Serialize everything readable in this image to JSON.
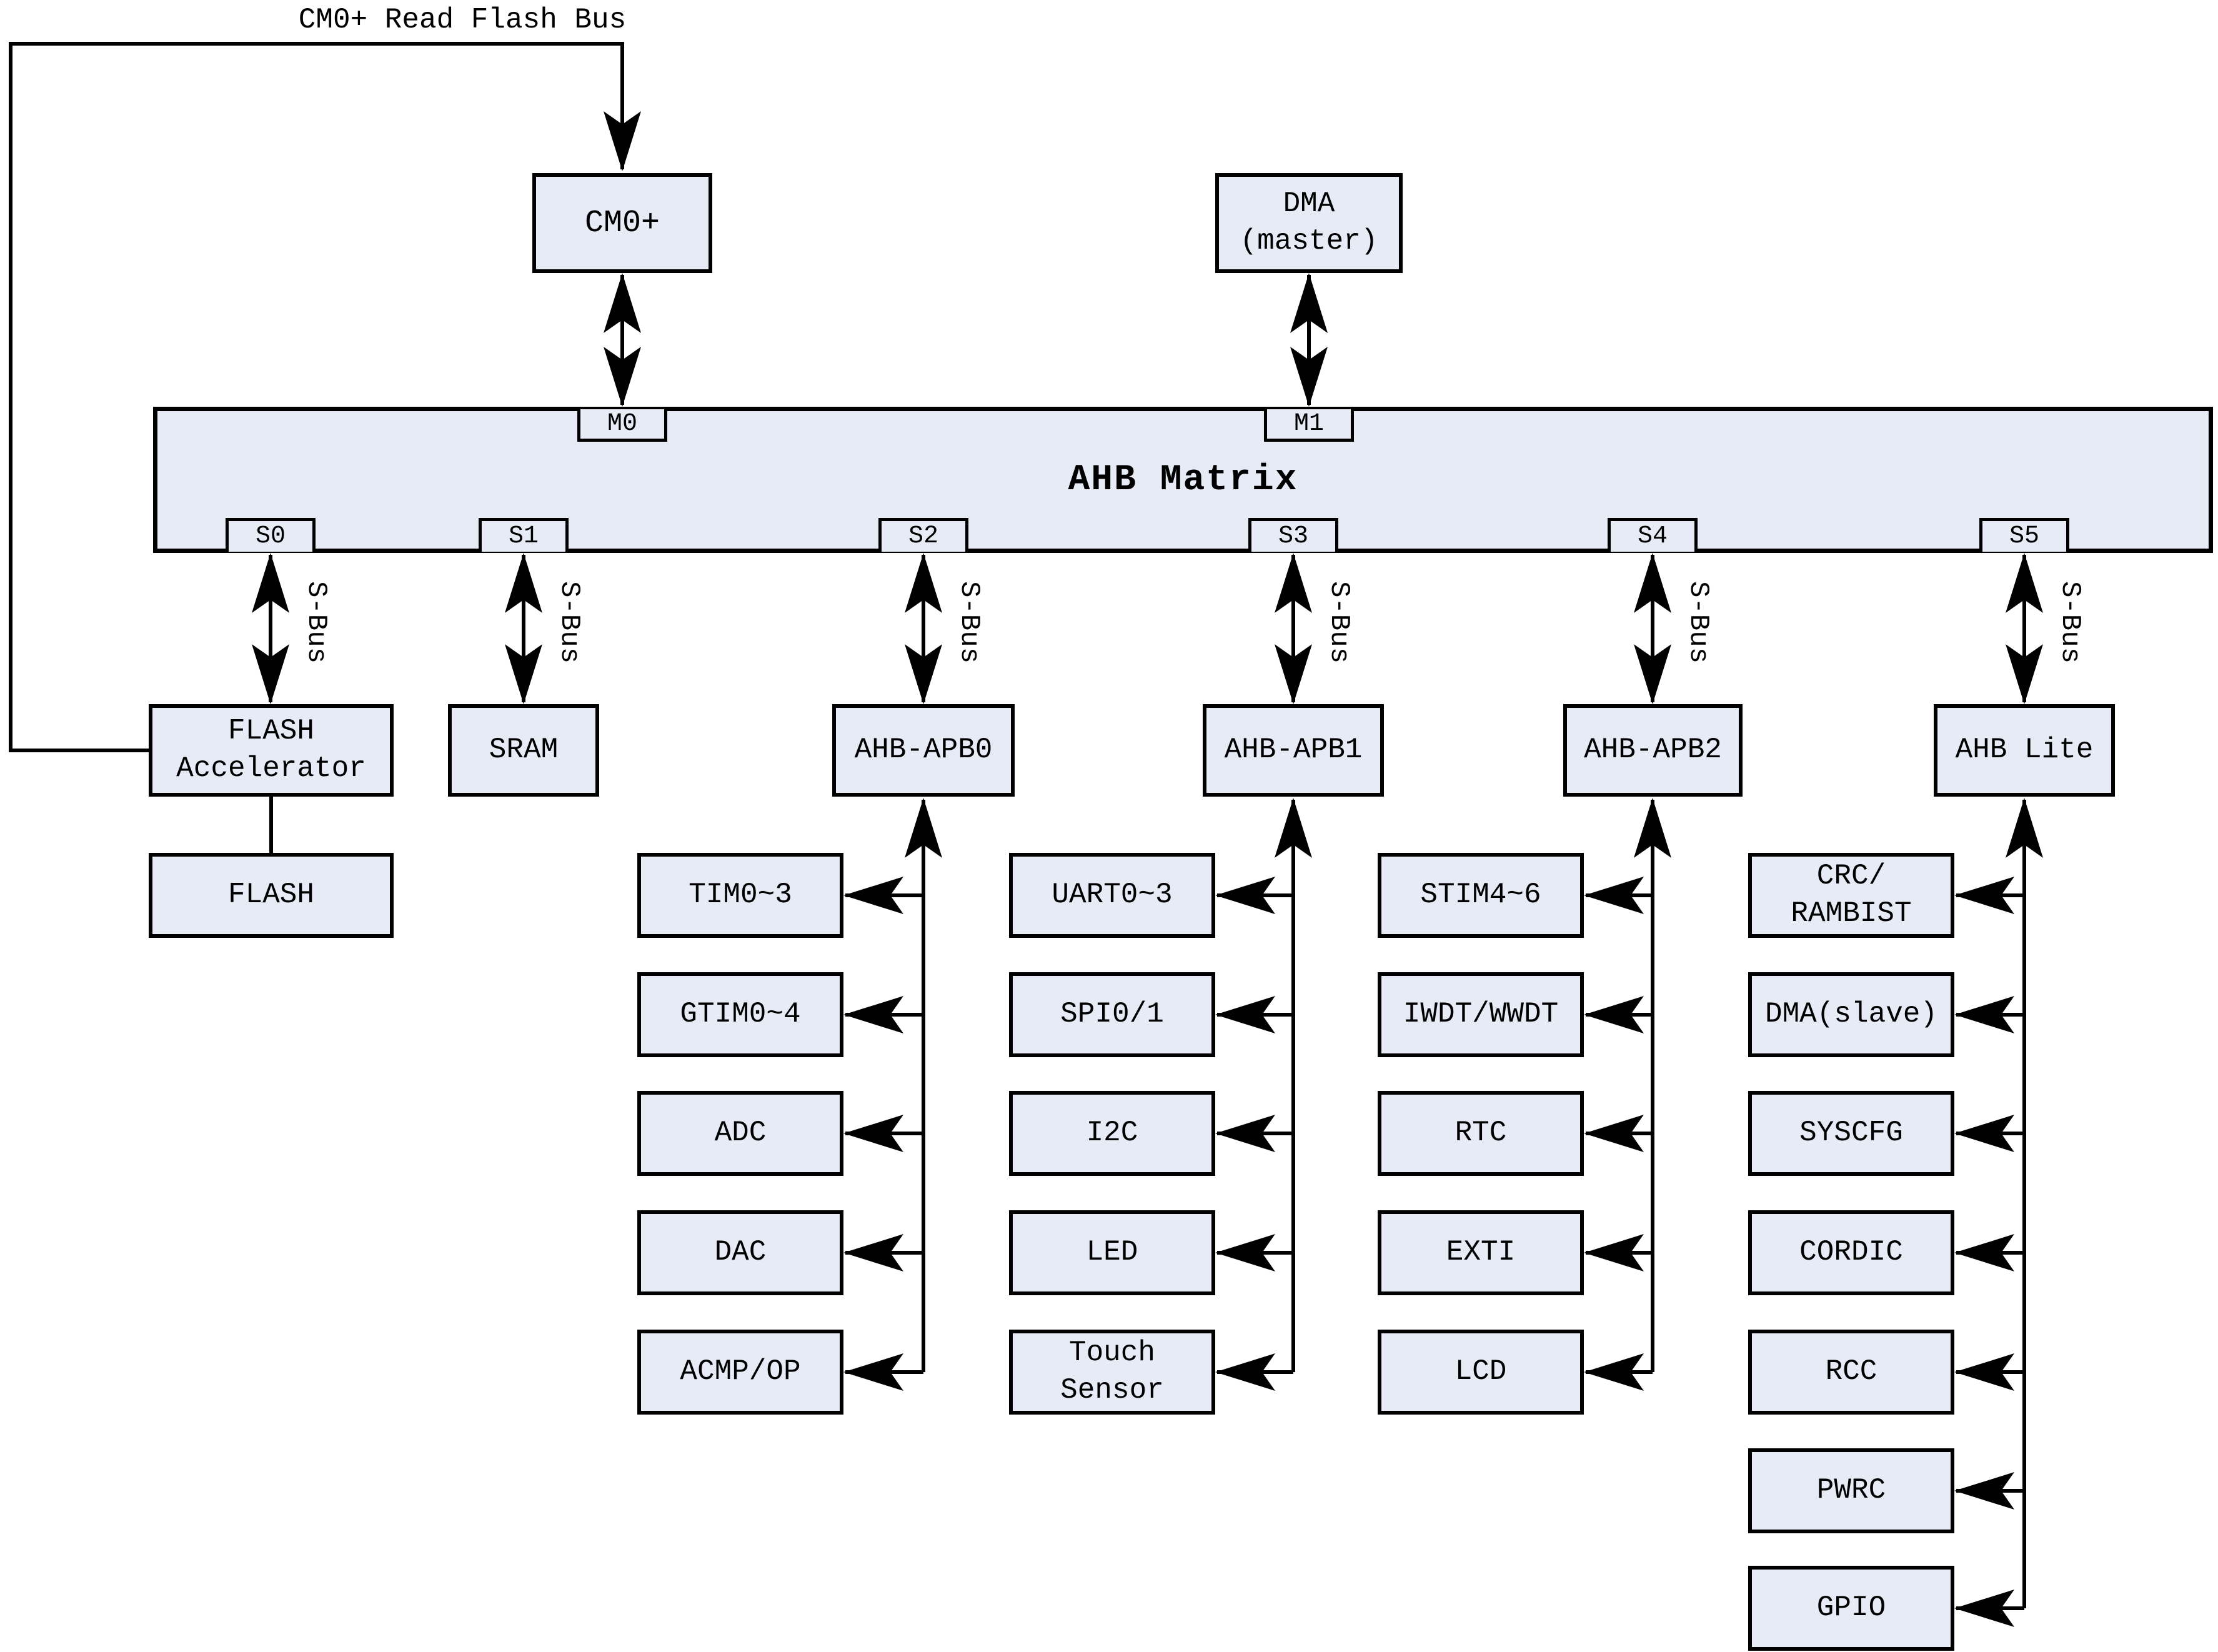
{
  "colors": {
    "box_fill": "#e6ebf6",
    "line": "#000000",
    "background": "#ffffff"
  },
  "top_bus": {
    "label": "CM0+ Read Flash Bus"
  },
  "masters": {
    "cm0": {
      "label": "CM0+"
    },
    "dma": {
      "label": "DMA\n(master)"
    }
  },
  "matrix": {
    "title": "AHB Matrix",
    "master_ports": [
      {
        "label": "M0"
      },
      {
        "label": "M1"
      }
    ],
    "slave_ports": [
      {
        "label": "S0"
      },
      {
        "label": "S1"
      },
      {
        "label": "S2"
      },
      {
        "label": "S3"
      },
      {
        "label": "S4"
      },
      {
        "label": "S5"
      }
    ],
    "sbus_label": "S-Bus"
  },
  "hubs": [
    {
      "label": "FLASH\nAccelerator"
    },
    {
      "label": "SRAM"
    },
    {
      "label": "AHB-APB0"
    },
    {
      "label": "AHB-APB1"
    },
    {
      "label": "AHB-APB2"
    },
    {
      "label": "AHB Lite"
    }
  ],
  "memory": {
    "flash": {
      "label": "FLASH"
    }
  },
  "peripheral_columns": [
    {
      "bus": "AHB-APB0",
      "items": [
        {
          "label": "TIM0~3"
        },
        {
          "label": "GTIM0~4"
        },
        {
          "label": "ADC"
        },
        {
          "label": "DAC"
        },
        {
          "label": "ACMP/OP"
        }
      ]
    },
    {
      "bus": "AHB-APB1",
      "items": [
        {
          "label": "UART0~3"
        },
        {
          "label": "SPI0/1"
        },
        {
          "label": "I2C"
        },
        {
          "label": "LED"
        },
        {
          "label": "Touch\nSensor"
        }
      ]
    },
    {
      "bus": "AHB-APB2",
      "items": [
        {
          "label": "STIM4~6"
        },
        {
          "label": "IWDT/WWDT"
        },
        {
          "label": "RTC"
        },
        {
          "label": "EXTI"
        },
        {
          "label": "LCD"
        }
      ]
    },
    {
      "bus": "AHB Lite",
      "items": [
        {
          "label": "CRC/\nRAMBIST"
        },
        {
          "label": "DMA(slave)"
        },
        {
          "label": "SYSCFG"
        },
        {
          "label": "CORDIC"
        },
        {
          "label": "RCC"
        },
        {
          "label": "PWRC"
        },
        {
          "label": "GPIO"
        }
      ]
    }
  ]
}
